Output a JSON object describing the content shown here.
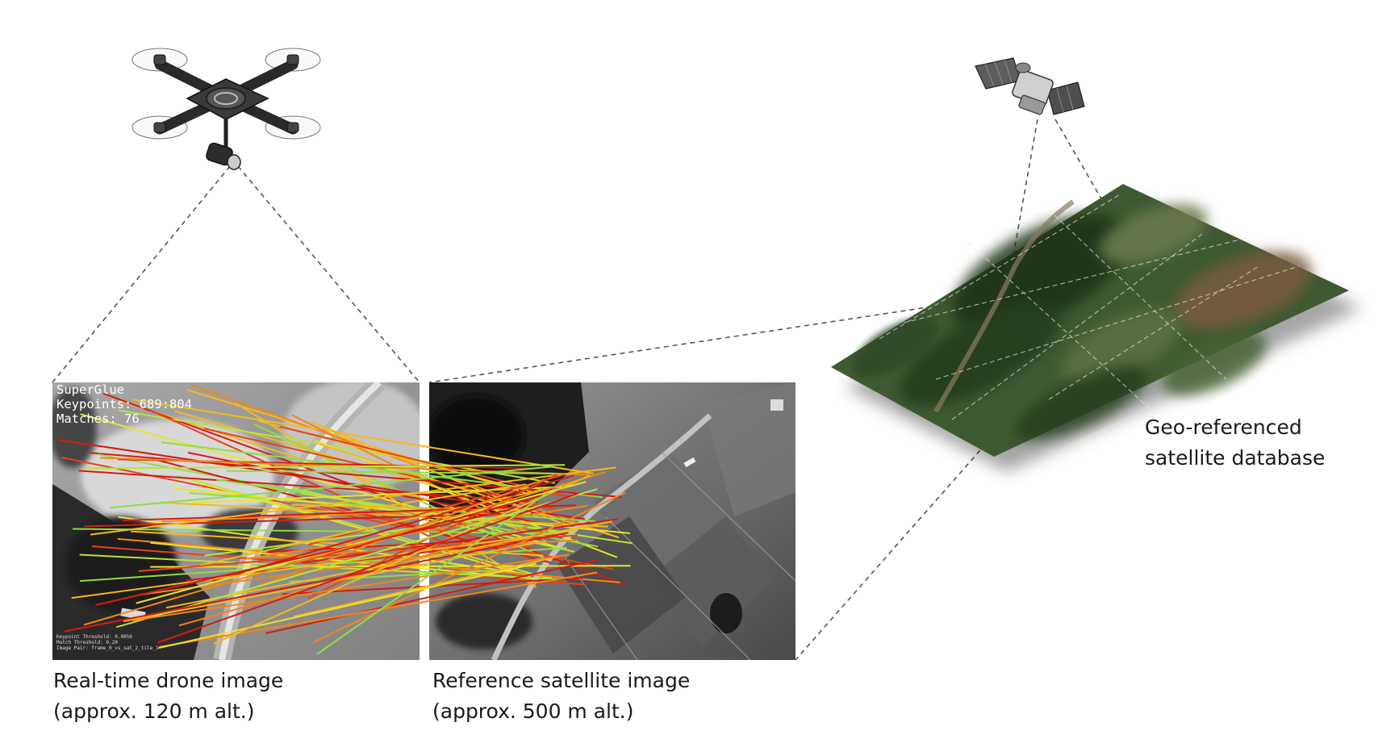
{
  "overlay": {
    "method": "SuperGlue",
    "keypoints": "Keypoints: 689:804",
    "matches": "Matches: 76",
    "footer": [
      "Keypoint Threshold: 0.0050",
      "Match Threshold: 0.20",
      "Image Pair: frame_0_vs_sat_2_tile_1"
    ]
  },
  "captions": {
    "drone": [
      "Real-time drone image",
      "(approx. 120 m alt.)"
    ],
    "reference": [
      "Reference satellite image",
      "(approx. 500 m alt.)"
    ],
    "database": [
      "Geo-referenced",
      "satellite database"
    ]
  },
  "icons": {
    "drone": "quadcopter-drone-icon",
    "satellite": "satellite-icon"
  },
  "colors": {
    "match_palette": [
      "#d41c14",
      "#e8431a",
      "#f2861c",
      "#f5b81e",
      "#e6e52c",
      "#b9e33d",
      "#8fdc4a"
    ],
    "satellite_ground": "#3f5a32",
    "dashed_line": "#555555"
  }
}
